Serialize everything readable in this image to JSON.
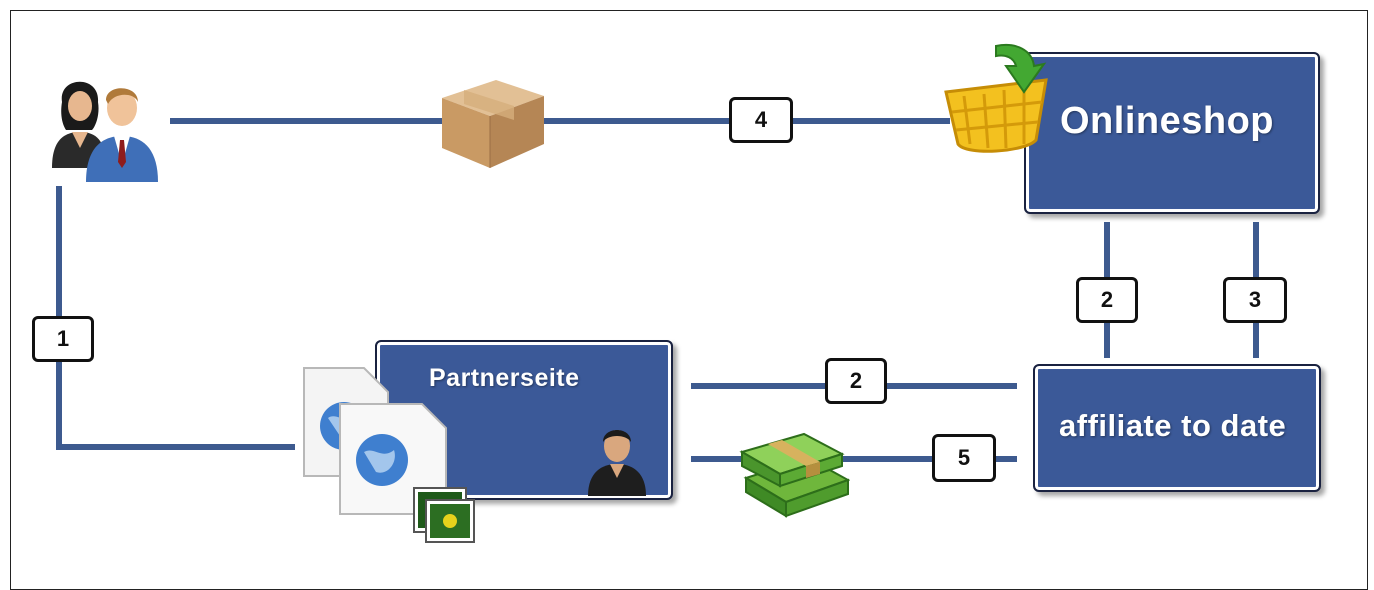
{
  "nodes": {
    "onlineshop": {
      "label": "Onlineshop"
    },
    "partnerseite": {
      "label": "Partnerseite"
    },
    "affiliate": {
      "label": "affiliate to date"
    }
  },
  "badges": {
    "step_1": "1",
    "step_2_vertical": "2",
    "step_3": "3",
    "step_2_horizontal": "2",
    "step_4": "4",
    "step_5": "5"
  },
  "icons": {
    "customers": "people-icon",
    "package": "box-icon",
    "basket": "shopping-basket-icon",
    "documents": "web-documents-icon",
    "partner": "user-icon",
    "money": "money-stack-icon"
  },
  "colors": {
    "box_fill": "#3b5998",
    "connector": "#3d5a8f",
    "badge_border": "#111111"
  }
}
